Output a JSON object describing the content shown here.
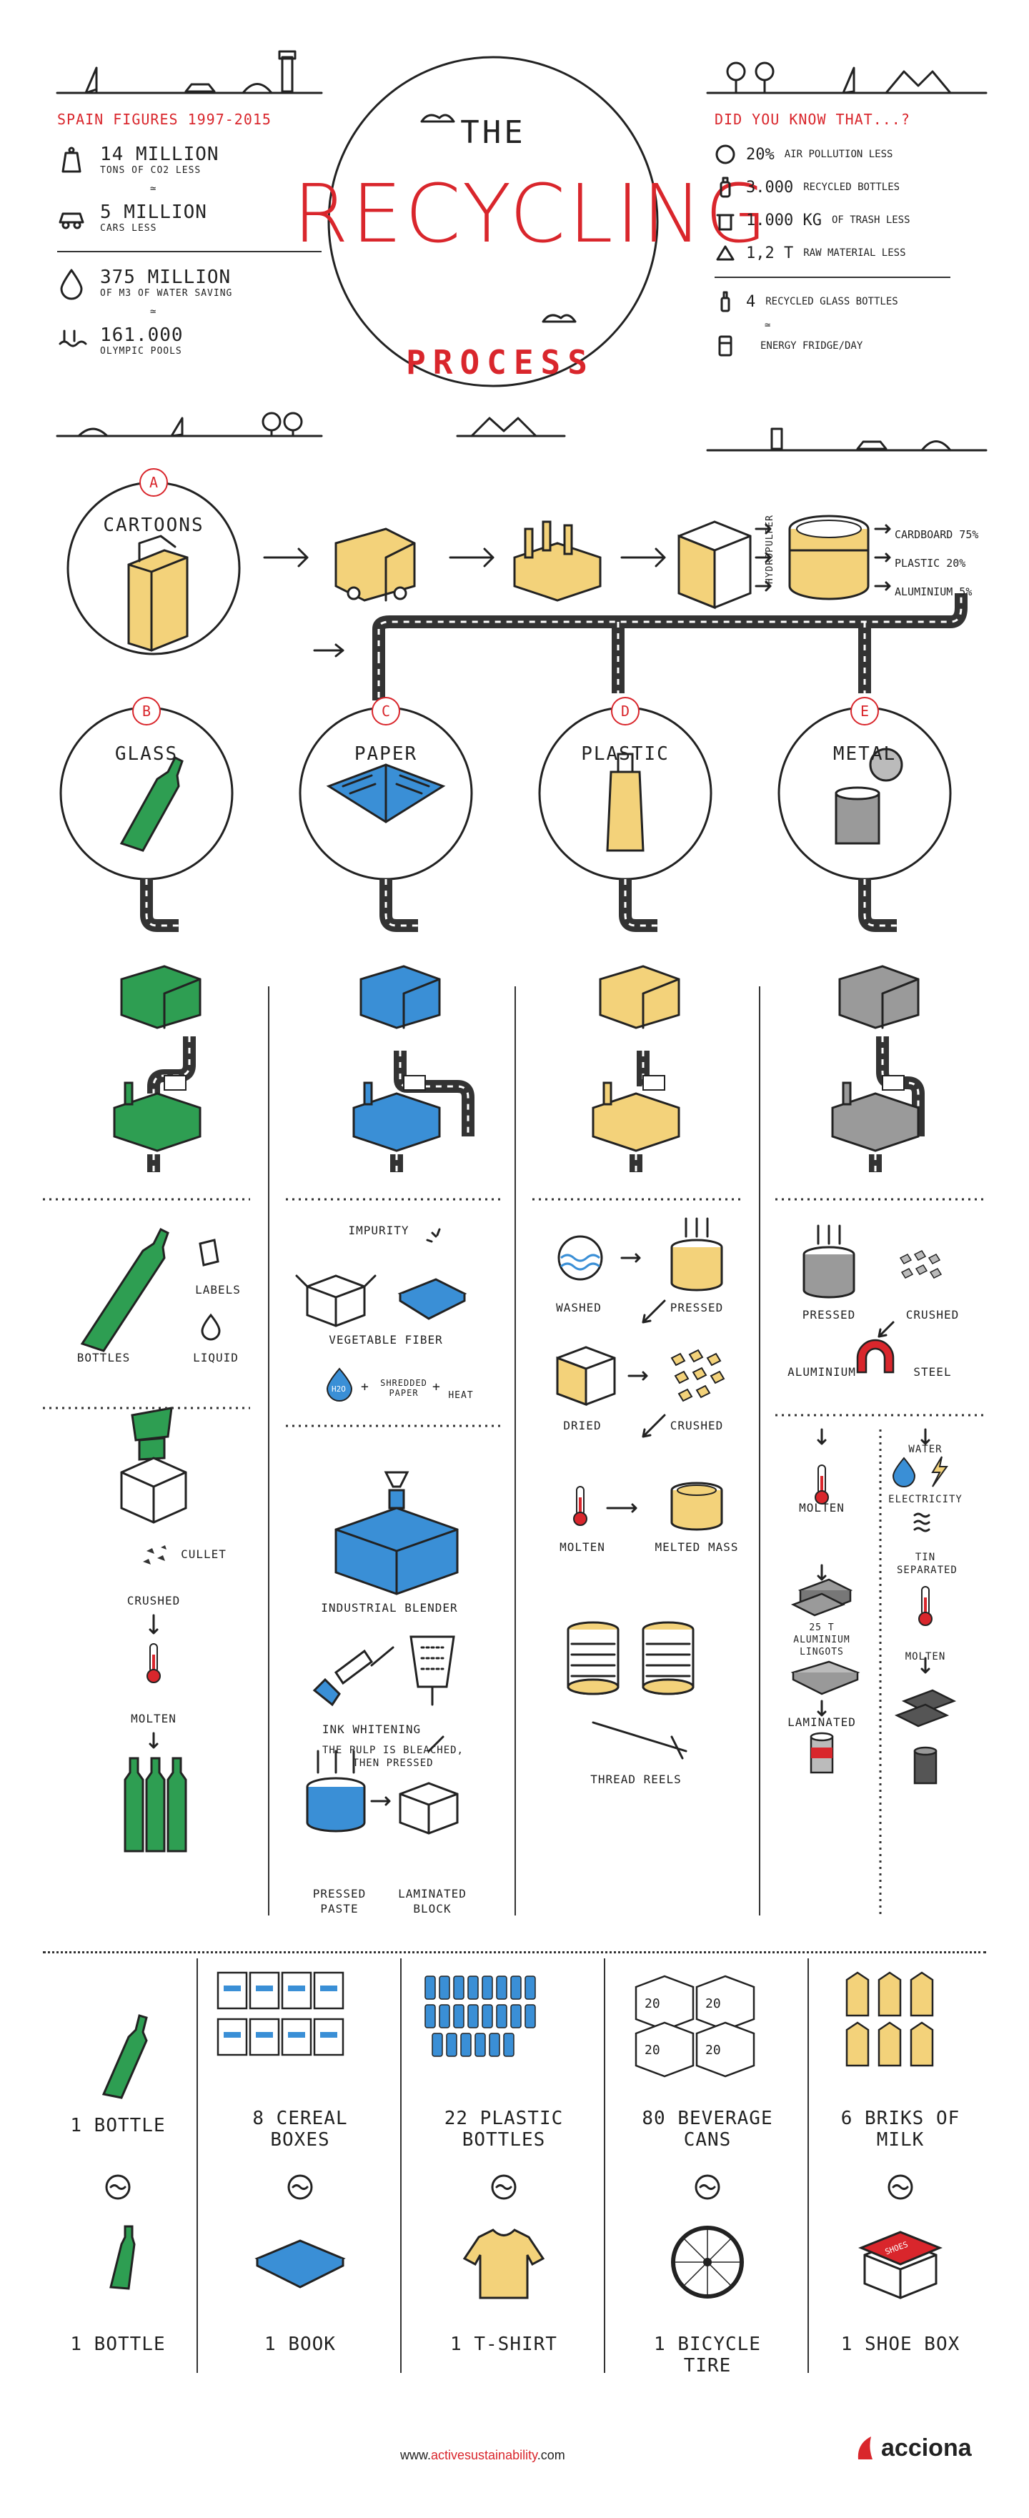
{
  "header": {
    "title_the": "THE",
    "title_main": "RECYCLING",
    "title_process": "PROCESS"
  },
  "spain": {
    "heading": "SPAIN FIGURES 1997-2015",
    "items": [
      {
        "big": "14 MILLION",
        "small": "TONS OF CO2 LESS"
      },
      {
        "big": "5 MILLION",
        "small": "CARS LESS"
      },
      {
        "big": "375 MILLION",
        "small": "OF M3 OF WATER SAVING"
      },
      {
        "big": "161.000",
        "small": "OLYMPIC POOLS"
      }
    ]
  },
  "didyouknow": {
    "heading": "DID YOU KNOW THAT...?",
    "items": [
      {
        "num": "20%",
        "label": "AIR POLLUTION LESS"
      },
      {
        "num": "3.000",
        "label": "RECYCLED BOTTLES"
      },
      {
        "num": "1.000 KG",
        "label": "OF TRASH LESS"
      },
      {
        "num": "1,2 T",
        "label": "RAW MATERIAL LESS"
      },
      {
        "num": "4",
        "label": "RECYCLED GLASS BOTTLES"
      },
      {
        "num": "",
        "label": "ENERGY FRIDGE/DAY"
      }
    ]
  },
  "cartoons": {
    "badge": "A",
    "label": "CARTOONS",
    "hydropulper": "HYDROPULPER",
    "outputs": [
      "CARDBOARD 75%",
      "PLASTIC 20%",
      "ALUMINIUM 5%"
    ]
  },
  "columns": [
    {
      "badge": "B",
      "label": "GLASS"
    },
    {
      "badge": "C",
      "label": "PAPER"
    },
    {
      "badge": "D",
      "label": "PLASTIC"
    },
    {
      "badge": "E",
      "label": "METAL"
    }
  ],
  "glass": {
    "bottles": "BOTTLES",
    "labels": "LABELS",
    "liquid": "LIQUID",
    "cullet": "CULLET",
    "crushed": "CRUSHED",
    "molten": "MOLTEN"
  },
  "paper": {
    "impurity": "IMPURITY",
    "vegetable_fiber": "VEGETABLE FIBER",
    "h2o": "H2O",
    "shredded": "SHREDDED PAPER",
    "heat": "HEAT",
    "industrial_blender": "INDUSTRIAL BLENDER",
    "ink_whitening": "INK WHITENING",
    "pulp_note": "THE PULP IS BLEACHED, THEN PRESSED",
    "pressed_paste": "PRESSED PASTE",
    "laminated_block": "LAMINATED BLOCK"
  },
  "plastic": {
    "washed": "WASHED",
    "pressed": "PRESSED",
    "dried": "DRIED",
    "crushed": "CRUSHED",
    "molten": "MOLTEN",
    "melted_mass": "MELTED MASS",
    "thread_reels": "THREAD REELS"
  },
  "metal": {
    "pressed": "PRESSED",
    "crushed": "CRUSHED",
    "aluminium": "ALUMINIUM",
    "steel": "STEEL",
    "molten": "MOLTEN",
    "ingots": "25 T ALUMINIUM LINGOTS",
    "laminated": "LAMINATED",
    "water": "WATER",
    "electricity": "ELECTRICITY",
    "tin_separated": "TIN SEPARATED",
    "molten2": "MOLTEN"
  },
  "equivalences": [
    {
      "top": "1 BOTTLE",
      "bottom": "1 BOTTLE"
    },
    {
      "top": "8 CEREAL BOXES",
      "bottom": "1 BOOK"
    },
    {
      "top": "22 PLASTIC BOTTLES",
      "bottom": "1 T-SHIRT"
    },
    {
      "top": "80 BEVERAGE CANS",
      "bottom": "1 BICYCLE TIRE"
    },
    {
      "top": "6 BRIKS OF MILK",
      "bottom": "1 SHOE BOX"
    }
  ],
  "can_box_label": "20",
  "shoebox_label": "SHOES",
  "footer": {
    "url_prefix": "www.",
    "url_highlight": "activesustainability",
    "url_suffix": ".com",
    "brand": "acciona"
  },
  "colors": {
    "red": "#d9262c",
    "green": "#2e9e52",
    "blue": "#3a8fd6",
    "yellow": "#f3d27a",
    "grey": "#9a9a9a"
  }
}
